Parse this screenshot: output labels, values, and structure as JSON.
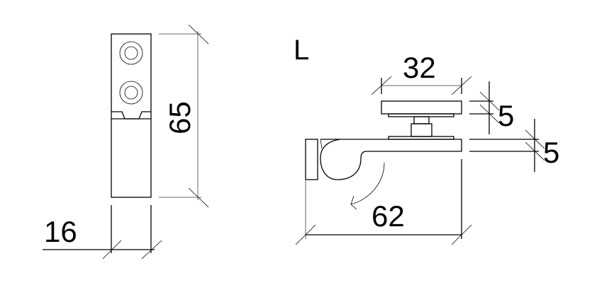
{
  "labels": {
    "model": "L",
    "width_front": "16",
    "height_front": "65",
    "plate_width": "32",
    "plate_thickness": "5",
    "arm_thickness": "5",
    "projection": "62"
  }
}
